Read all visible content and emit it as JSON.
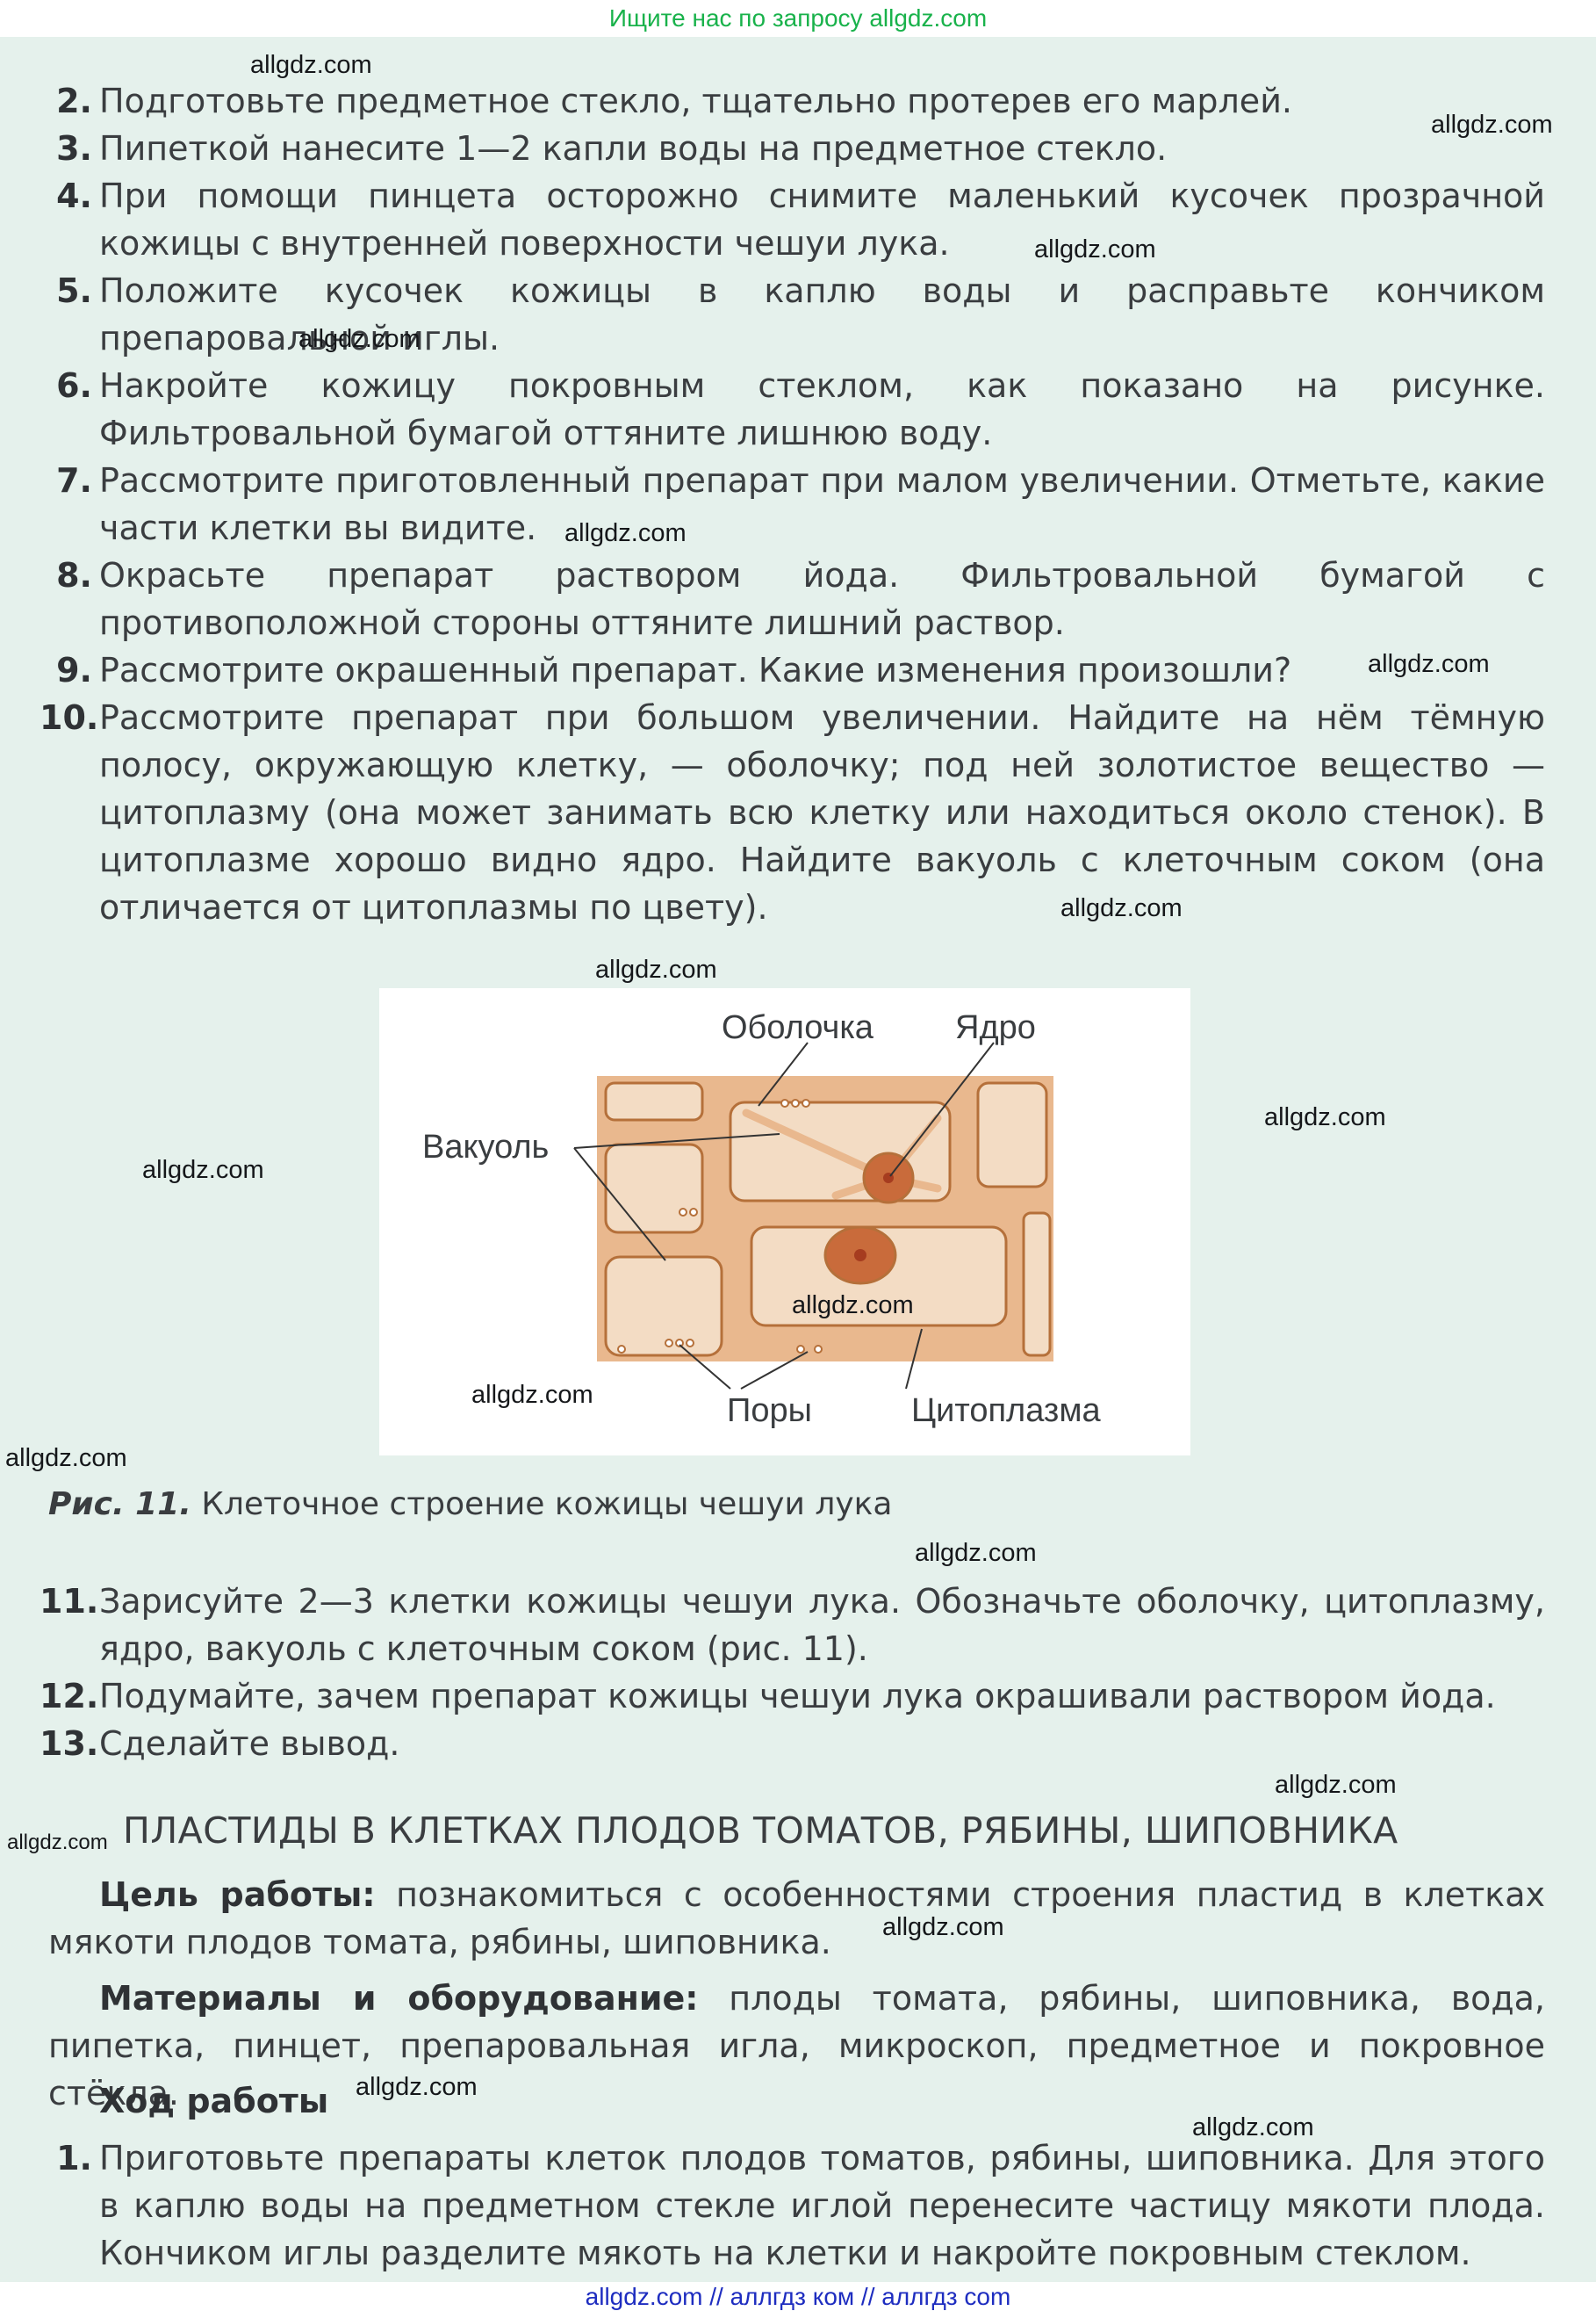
{
  "site_banner": "Ищите нас по запросу allgdz.com",
  "footer_banner": "allgdz.com  //  аллгдз ком  //  аллгдз com",
  "watermark": "allgdz.com",
  "steps_a": [
    {
      "num": "2.",
      "text": "Подготовьте предметное стекло, тщательно протерев его марлей."
    },
    {
      "num": "3.",
      "text": "Пипеткой нанесите 1—2 капли воды на предметное стекло."
    },
    {
      "num": "4.",
      "text": "При помощи пинцета осторожно снимите маленький кусочек прозрачной кожицы с внутренней поверхности чешуи лука."
    },
    {
      "num": "5.",
      "text": "Положите кусочек кожицы в каплю воды и расправьте кончиком препаровальной иглы."
    },
    {
      "num": "6.",
      "text": "Накройте кожицу покровным стеклом, как показано на рисунке. Фильтровальной бумагой оттяните лишнюю воду."
    },
    {
      "num": "7.",
      "text": "Рассмотрите приготовленный препарат при малом увеличении. Отметьте, какие части клетки вы видите."
    },
    {
      "num": "8.",
      "text": "Окрасьте препарат раствором йода. Фильтровальной бумагой с противоположной стороны оттяните лишний раствор."
    },
    {
      "num": "9.",
      "text": "Рассмотрите окрашенный препарат. Какие изменения произошли?"
    },
    {
      "num": "10.",
      "text": "Рассмотрите препарат при большом увеличении. Найдите на нём тёмную полосу, окружающую клетку, — оболочку; под ней золотистое вещество — цитоплазму (она может занимать всю клетку или находиться около стенок). В цитоплазме хорошо видно ядро. Найдите вакуоль с клеточным соком (она отличается от цитоплазмы по цвету)."
    }
  ],
  "figure": {
    "labels": {
      "membrane": "Оболочка",
      "nucleus": "Ядро",
      "vacuole": "Вакуоль",
      "pores": "Поры",
      "cytoplasm": "Цитоплазма"
    },
    "caption_label": "Рис. 11.",
    "caption_text": "Клеточное строение кожицы чешуи лука",
    "colors": {
      "wall": "#e9b88e",
      "cell": "#f3dcc4",
      "outline": "#b5703a",
      "nucleus": "#c96b3b",
      "nucleolus": "#a63c1f"
    }
  },
  "steps_b": [
    {
      "num": "11.",
      "text": "Зарисуйте 2—3 клетки кожицы чешуи лука. Обозначьте оболочку, цитоплазму, ядро, вакуоль с клеточным соком (рис. 11)."
    },
    {
      "num": "12.",
      "text": "Подумайте, зачем препарат кожицы чешуи лука окрашивали раствором йода."
    },
    {
      "num": "13.",
      "text": "Сделайте вывод."
    }
  ],
  "section": {
    "title": "ПЛАСТИДЫ В КЛЕТКАХ ПЛОДОВ ТОМАТОВ, РЯБИНЫ, ШИПОВНИКА",
    "goal_label": "Цель работы:",
    "goal_text": "познакомиться с особенностями строения пластид в клетках мякоти плодов томата, рябины, шиповника.",
    "materials_label": "Материалы и оборудование:",
    "materials_text": "плоды томата, рябины, шиповника, вода, пипетка, пинцет, препаровальная игла, микроскоп, предметное и покровное стёкла.",
    "procedure_title": "Ход работы",
    "step1_num": "1.",
    "step1_text": "Приготовьте препараты клеток плодов томатов, рябины, шиповника. Для этого в каплю воды на предметном стекле иглой перенесите частицу мякоти плода. Кончиком иглы разделите мякоть на клетки и накройте покровным стеклом."
  }
}
